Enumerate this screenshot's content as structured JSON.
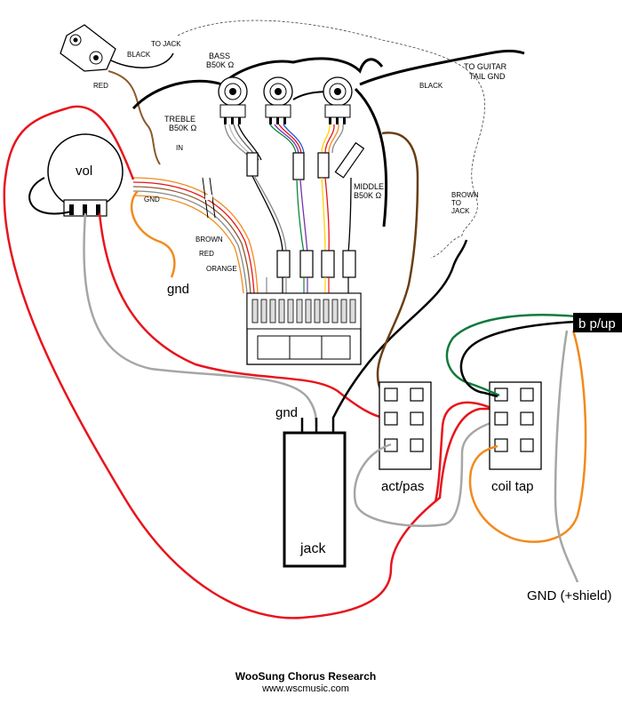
{
  "labels": {
    "to_jack": "TO JACK",
    "black_top": "BLACK",
    "red_top": "RED",
    "bass_name": "BASS",
    "bass_value": "B50K Ω",
    "treble_name": "TREBLE",
    "treble_value": "B50K Ω",
    "middle_name": "MIDDLE",
    "middle_value": "B50K Ω",
    "to_guitar": "TO GUITAR",
    "tail_gnd": "TAIL GND",
    "black_right": "BLACK",
    "in": "IN",
    "gnd_small": "GND",
    "brown": "BROWN",
    "red": "RED",
    "orange": "ORANGE",
    "brown_to": "BROWN",
    "to": "TO",
    "jack_small": "JACK",
    "vol": "vol",
    "gnd_left": "gnd",
    "gnd_jack": "gnd",
    "jack": "jack",
    "act_pas": "act/pas",
    "coil_tap": "coil tap",
    "b_pup": "b p/up",
    "gnd_shield": "GND (+shield)"
  },
  "footer": {
    "title": "WooSung Chorus Research",
    "url": "www.wscmusic.com"
  },
  "colors": {
    "red": "#e8141c",
    "orange": "#f28a1e",
    "gray": "#a6a6a6",
    "green": "#0f7a3c",
    "brown": "#6b3d12",
    "black": "#000000"
  }
}
